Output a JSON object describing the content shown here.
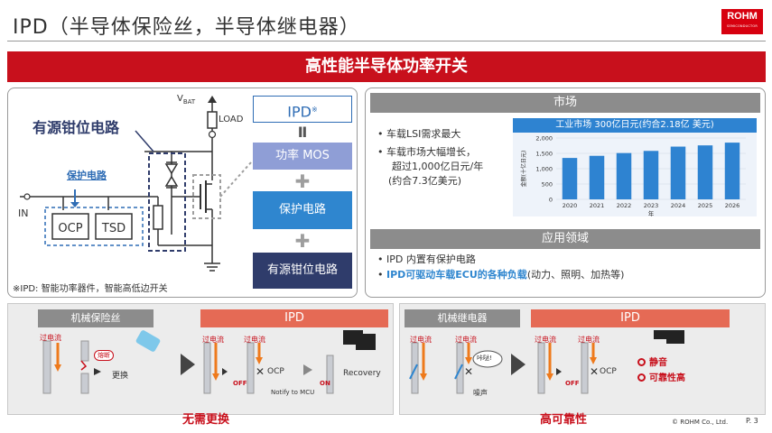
{
  "header": {
    "title": "IPD（半导体保险丝，半导体继电器）",
    "logo_main": "ROHM",
    "logo_sub": "SEMICONDUCTOR"
  },
  "banner": "高性能半导体功率开关",
  "circuit": {
    "active_clamp": "有源钳位电路",
    "protection": "保护电路",
    "ocp": "OCP",
    "tsd": "TSD",
    "in": "IN",
    "vbat": "V",
    "vbat_sub": "BAT",
    "load": "LOAD",
    "footnote": "※IPD: 智能功率器件，智能高低边开关"
  },
  "stack": {
    "ipd": "IPD",
    "ipd_mark": "※",
    "eq": "Ⅱ",
    "mos": "功率 MOS",
    "protect": "保护电路",
    "clamp": "有源钳位电路",
    "plus": "✚"
  },
  "market": {
    "heading": "市场",
    "bullets": [
      "车载LSI需求最大",
      "车载市场大幅增长，",
      "超过1,000亿日元/年",
      "(约合7.3亿美元)"
    ],
    "chart_title": "工业市场  300亿日元(约合2.18亿 美元)"
  },
  "chart_data": {
    "type": "bar",
    "categories": [
      "2020",
      "2021",
      "2022",
      "2023",
      "2024",
      "2025",
      "2026"
    ],
    "values": [
      1350,
      1420,
      1510,
      1580,
      1720,
      1760,
      1850
    ],
    "ylim": [
      0,
      2000
    ],
    "yticks": [
      "0",
      "500",
      "1,000",
      "1,500",
      "2,000"
    ],
    "ylabel": "金额(十亿日元)",
    "xlabel": "年",
    "color": "#2e83d1"
  },
  "application": {
    "heading": "应用领域",
    "line1": "IPD 内置有保护电路",
    "line2_bold": "IPD可驱动车载ECU的各种负载",
    "line2_tail": "(动力、照明、加热等)"
  },
  "bottom_left": {
    "left_head": "机械保险丝",
    "right_head": "IPD",
    "overcurrent": "过电流",
    "blown": "熔断",
    "replace": "更换",
    "ocp": "OCP",
    "off": "OFF",
    "on": "ON",
    "notify": "Notify to MCU",
    "recovery": "Recovery",
    "caption": "无需更换"
  },
  "bottom_right": {
    "left_head": "机械继电器",
    "right_head": "IPD",
    "overcurrent": "过电流",
    "click": "咔哒!",
    "noise": "噪声",
    "ocp": "OCP",
    "off": "OFF",
    "benefit1": "静音",
    "benefit2": "可靠性高",
    "caption": "高可靠性"
  },
  "footer": {
    "copyright": "© ROHM Co., Ltd.",
    "page": "P. 3"
  }
}
